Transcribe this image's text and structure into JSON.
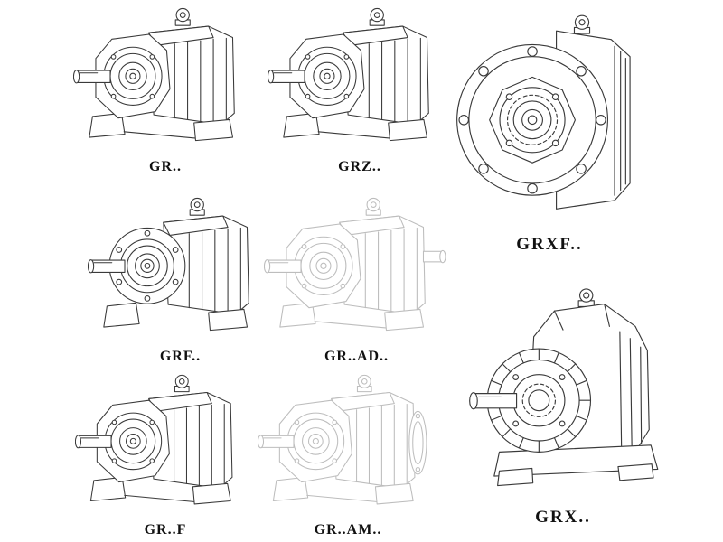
{
  "page": {
    "background": "#ffffff",
    "line_color": "#3a3a3a",
    "light_line_color": "#bdbdbd"
  },
  "figures": [
    {
      "id": "gr",
      "label": "GR..",
      "style": "solid"
    },
    {
      "id": "grz",
      "label": "GRZ..",
      "style": "solid"
    },
    {
      "id": "grxf",
      "label": "GRXF..",
      "style": "solid"
    },
    {
      "id": "grf",
      "label": "GRF..",
      "style": "solid"
    },
    {
      "id": "gr-ad",
      "label": "GR..AD..",
      "style": "light"
    },
    {
      "id": "gr-f",
      "label": "GR..F",
      "style": "solid"
    },
    {
      "id": "gr-am",
      "label": "GR..AM..",
      "style": "light"
    },
    {
      "id": "grx",
      "label": "GRX..",
      "style": "solid"
    }
  ]
}
